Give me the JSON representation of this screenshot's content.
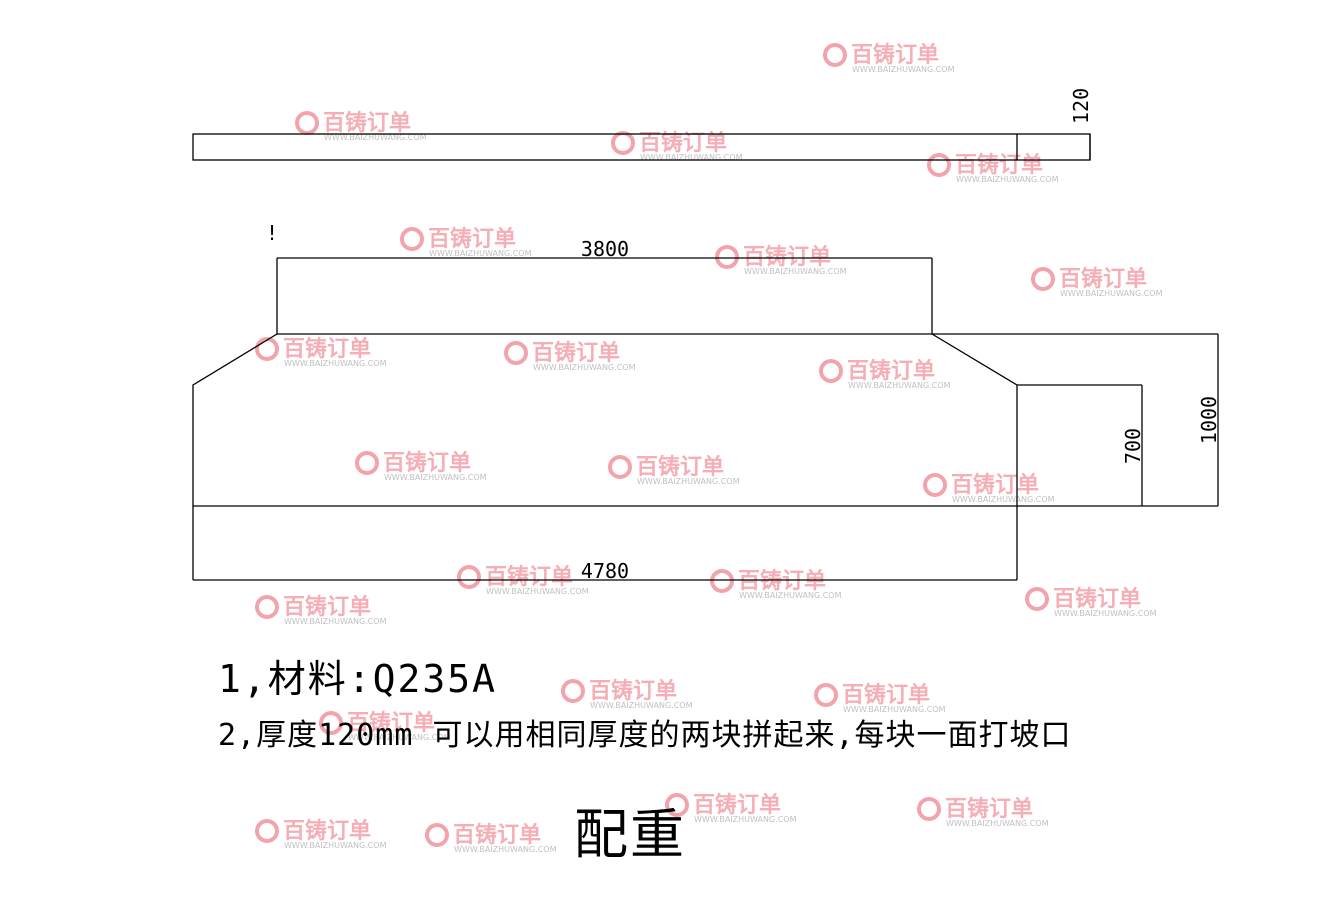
{
  "dimensions": {
    "plate_thickness": "120",
    "top_width": "3800",
    "bottom_width": "4780",
    "total_height": "1000",
    "side_height": "700"
  },
  "notes": {
    "line1": "1,材料:Q235A",
    "line2": "2,厚度120mm 可以用相同厚度的两块拼起来,每块一面打坡口"
  },
  "title": "配重",
  "watermark": {
    "brand": "百铸订单",
    "url": "WWW.BAIZHUWANG.COM",
    "color": "#f19aa4"
  },
  "stray_mark": "!"
}
